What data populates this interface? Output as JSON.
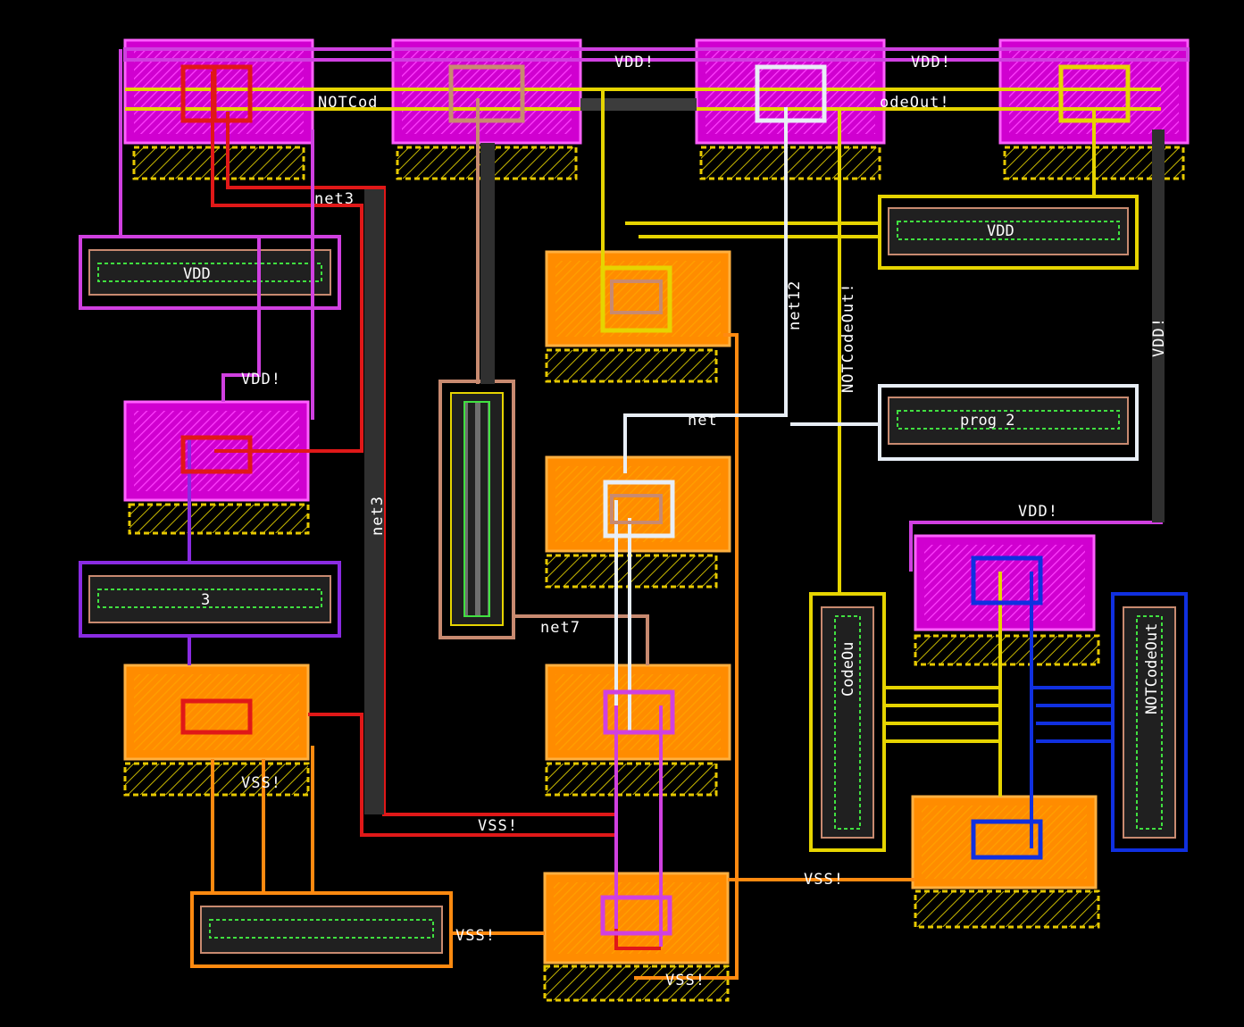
{
  "colors": {
    "background": "#000000",
    "pmos_well": "#e000e0",
    "nmos_active": "#ff9a00",
    "poly_red": "#e01818",
    "metal_yellow": "#e6d400",
    "metal_white": "#e8eef6",
    "metal_tan": "#c88a70",
    "metal_violet": "#8a2be2",
    "metal_blue": "#1030e0",
    "metal_orange": "#ff8a10",
    "metal_magenta": "#d040e0",
    "contact_green": "#40e040",
    "via_gray": "#3c3c3c"
  },
  "net_labels": {
    "notcode_top": "NOTCod",
    "vdd_top_1": "VDD!",
    "vdd_top_2": "VDD!",
    "codeout_top": "odeOut!",
    "net3_h": "net3",
    "net3_v": "net3",
    "vdd_left": "VDD!",
    "net12_v": "net12",
    "notcodeout_v": "NOTCodeOut!",
    "vdd_right_v": "VDD!",
    "net_mid": "net",
    "vdd_right_h": "VDD!",
    "net7": "net7",
    "vss_mid": "VSS!",
    "vss_left": "VSS!",
    "vss_bottom": "VSS!",
    "vss_right": "VSS!",
    "vss_box": "VSS!"
  },
  "pin_labels": {
    "vdd_box_left": "VDD",
    "vdd_box_right": "VDD",
    "mid_box_left": "3",
    "prog_box": "prog 2",
    "codeout_v_left": "CodeOu",
    "codeout_v_right": "NOTCodeOut"
  }
}
